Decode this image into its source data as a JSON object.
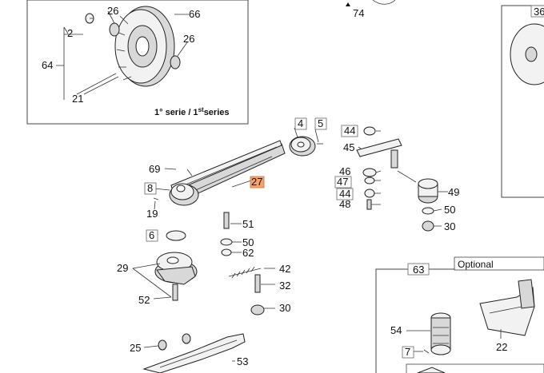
{
  "diagram": {
    "inset_caption_prefix": "1° serie / 1",
    "inset_caption_sup": "st",
    "inset_caption_suffix": "series",
    "optional_label": "Optional",
    "highlight_color": "#f4a36c",
    "labels": {
      "l2": "2",
      "l26a": "26",
      "l66": "66",
      "l26b": "26",
      "l64": "64",
      "l21": "21",
      "l74": "74",
      "l36": "36",
      "l4": "4",
      "l5": "5",
      "l44a": "44",
      "l45": "45",
      "l46": "46",
      "l47": "47",
      "l44b": "44",
      "l48": "48",
      "l49": "49",
      "l50a": "50",
      "l30a": "30",
      "l69": "69",
      "l27": "27",
      "l8": "8",
      "l19": "19",
      "l51": "51",
      "l6": "6",
      "l50b": "50",
      "l62": "62",
      "l29": "29",
      "l42": "42",
      "l32": "32",
      "l52": "52",
      "l30b": "30",
      "l63": "63",
      "l54": "54",
      "l7": "7",
      "l22": "22",
      "l25": "25",
      "l53": "53"
    }
  }
}
